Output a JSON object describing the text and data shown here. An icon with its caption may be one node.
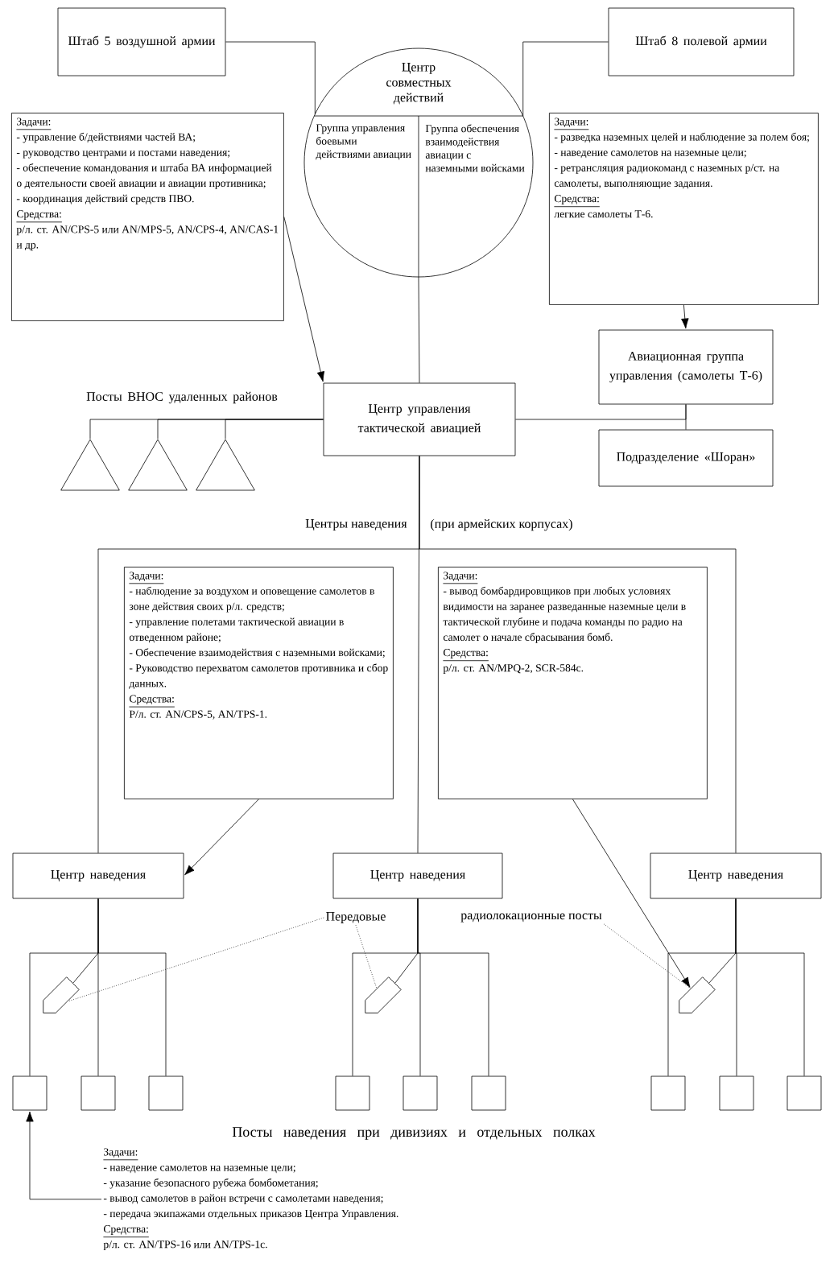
{
  "diagram": {
    "nodes": [
      {
        "text": [
          "Штаб 5 воздушной армии"
        ]
      },
      {
        "text": [
          "Штаб 8 полевой армии"
        ]
      },
      {
        "text": [
          "Центр совместных действий"
        ]
      },
      {
        "text": [
          "Группа управления боевыми действиями авиации"
        ],
        "in": 2
      },
      {
        "text": [
          "Группа обеспечения взаимодействия авиации с наземными войсками"
        ],
        "in": 2
      },
      {
        "text": [
          "Задачи:",
          "- управление б/действиями частей ВА;",
          "- руководство центрами и постами наведения;",
          "- обеспечение командования и штаба ВА информацией о деятельности своей авиации и авиации противника;",
          "- координация действий средств ПВО.",
          "Средства:",
          "р/л. ст. AN/CPS-5 или AN/MPS-5, AN/CPS-4, AN/CAS-1 и др."
        ]
      },
      {
        "text": [
          "Задачи:",
          "- разведка наземных целей и наблюдение за полем боя;",
          "- наведение самолетов на наземные цели;",
          "- ретрансляция радиокоманд с наземных р/ст. на самолеты, выполняющие задания.",
          "Средства:",
          "легкие самолеты Т-6."
        ]
      },
      {
        "text": [
          "Авиационная группа управления (самолеты Т-6)"
        ]
      },
      {
        "text": [
          "Центр управления тактической авиацией"
        ]
      },
      {
        "text": [
          "Подразделение «Шоран»"
        ]
      },
      {
        "text": [],
        "shape": "triangle"
      },
      {
        "text": [],
        "shape": "triangle"
      },
      {
        "text": [],
        "shape": "triangle"
      },
      {
        "text": [
          "Задачи:",
          "- наблюдение за воздухом и оповещение самолетов в зоне действия своих р/л. средств;",
          "- управление полетами тактической авиации в отведенном районе;",
          "- Обеспечение взаимодействия с наземными войсками;",
          "- Руководство перехватом самолетов противника и сбор данных.",
          "Средства:",
          "Р/л. ст. AN/CPS-5, AN/TPS-1."
        ]
      },
      {
        "text": [
          "Задачи:",
          "- вывод бомбардировщиков при любых условиях видимости на заранее разведанные наземные цели в тактической глубине и подача команды по радио на самолет о начале сбрасывания бомб.",
          "Средства:",
          "р/л. ст. AN/MPQ-2, SCR-584с."
        ]
      },
      {
        "text": [
          "Центр наведения"
        ]
      },
      {
        "text": [
          "Центр наведения"
        ]
      },
      {
        "text": [
          "Центр наведения"
        ]
      },
      {
        "text": [
          "Передовые"
        ]
      },
      {
        "text": [
          "радиолокационные посты"
        ]
      },
      {
        "text": [],
        "shape": "pentagon"
      },
      {
        "text": [],
        "shape": "pentagon"
      },
      {
        "text": [],
        "shape": "pentagon"
      },
      {
        "text": [],
        "shape": "box"
      },
      {
        "text": [],
        "shape": "box"
      },
      {
        "text": [],
        "shape": "box"
      },
      {
        "text": [],
        "shape": "box"
      },
      {
        "text": [],
        "shape": "box"
      },
      {
        "text": [],
        "shape": "box"
      },
      {
        "text": [],
        "shape": "box"
      },
      {
        "text": [],
        "shape": "box"
      },
      {
        "text": [],
        "shape": "box"
      },
      {
        "text": [
          "Задачи:",
          "- наведение самолетов на наземные цели;",
          "- указание безопасного рубежа бомбометания;",
          "- вывод самолетов в район встречи с самолетами наведения;",
          "- передача экипажами отдельных приказов Центра Управления.",
          "Средства:",
          "р/л. ст. AN/TPS-16 или AN/TPS-1с."
        ]
      }
    ],
    "edges": [
      {
        "from": 0,
        "to": 2,
        "arrow": "none"
      },
      {
        "from": 1,
        "to": 2,
        "arrow": "none"
      },
      {
        "from": 2,
        "to": 8,
        "arrow": "none"
      },
      {
        "from": 5,
        "to": 8,
        "arrow": "to"
      },
      {
        "from": 6,
        "to": 7,
        "arrow": "to"
      },
      {
        "from": 7,
        "to": 9,
        "arrow": "none"
      },
      {
        "from": 8,
        "to": 7,
        "arrow": "none"
      },
      {
        "from": 8,
        "to": 10,
        "arrow": "none"
      },
      {
        "from": 8,
        "to": 11,
        "arrow": "none"
      },
      {
        "from": 8,
        "to": 12,
        "arrow": "none"
      },
      {
        "from": 8,
        "to": 15,
        "arrow": "none"
      },
      {
        "from": 8,
        "to": 16,
        "arrow": "none"
      },
      {
        "from": 8,
        "to": 17,
        "arrow": "none"
      },
      {
        "from": 13,
        "to": 15,
        "arrow": "to"
      },
      {
        "from": 14,
        "to": 22,
        "arrow": "to"
      },
      {
        "from": 15,
        "to": 20,
        "arrow": "none"
      },
      {
        "from": 15,
        "to": 23,
        "arrow": "none"
      },
      {
        "from": 15,
        "to": 24,
        "arrow": "none"
      },
      {
        "from": 15,
        "to": 25,
        "arrow": "none"
      },
      {
        "from": 16,
        "to": 21,
        "arrow": "none"
      },
      {
        "from": 16,
        "to": 26,
        "arrow": "none"
      },
      {
        "from": 16,
        "to": 27,
        "arrow": "none"
      },
      {
        "from": 16,
        "to": 28,
        "arrow": "none"
      },
      {
        "from": 17,
        "to": 22,
        "arrow": "none"
      },
      {
        "from": 17,
        "to": 29,
        "arrow": "none"
      },
      {
        "from": 17,
        "to": 30,
        "arrow": "none"
      },
      {
        "from": 17,
        "to": 31,
        "arrow": "none"
      },
      {
        "from": 18,
        "to": 20,
        "arrow": "none",
        "style": "dashed"
      },
      {
        "from": 18,
        "to": 21,
        "arrow": "none",
        "style": "dashed"
      },
      {
        "from": 19,
        "to": 22,
        "arrow": "none",
        "style": "dashed"
      },
      {
        "from": 32,
        "to": 23,
        "arrow": "to"
      }
    ],
    "labels": [
      "Посты ВНОС удаленных районов",
      "Центры наведения",
      "(при армейских корпусах)",
      "Посты наведения при дивизиях и отдельных полках"
    ]
  }
}
